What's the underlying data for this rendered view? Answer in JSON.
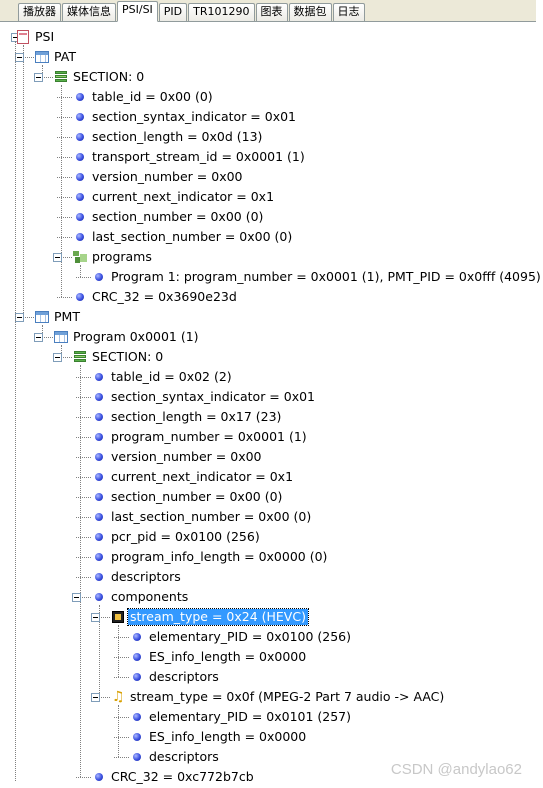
{
  "tabs": [
    {
      "label": "播放器"
    },
    {
      "label": "媒体信息"
    },
    {
      "label": "PSI/SI",
      "active": true
    },
    {
      "label": "PID"
    },
    {
      "label": "TR101290"
    },
    {
      "label": "图表"
    },
    {
      "label": "数据包"
    },
    {
      "label": "日志"
    }
  ],
  "tree": [
    {
      "level": 0,
      "icon": "doc",
      "expander": true,
      "text": "PSI"
    },
    {
      "level": 1,
      "icon": "grid",
      "expander": true,
      "text": "PAT"
    },
    {
      "level": 2,
      "icon": "stack",
      "expander": true,
      "text": "SECTION: 0"
    },
    {
      "level": 3,
      "icon": "ball",
      "text": "table_id = 0x00 (0)"
    },
    {
      "level": 3,
      "icon": "ball",
      "text": "section_syntax_indicator = 0x01"
    },
    {
      "level": 3,
      "icon": "ball",
      "text": "section_length = 0x0d (13)"
    },
    {
      "level": 3,
      "icon": "ball",
      "text": "transport_stream_id = 0x0001 (1)"
    },
    {
      "level": 3,
      "icon": "ball",
      "text": "version_number = 0x00"
    },
    {
      "level": 3,
      "icon": "ball",
      "text": "current_next_indicator = 0x1"
    },
    {
      "level": 3,
      "icon": "ball",
      "text": "section_number = 0x00 (0)"
    },
    {
      "level": 3,
      "icon": "ball",
      "text": "last_section_number = 0x00 (0)"
    },
    {
      "level": 3,
      "icon": "programs",
      "expander": true,
      "text": "programs"
    },
    {
      "level": 4,
      "icon": "ball",
      "text": "Program 1: program_number = 0x0001 (1), PMT_PID = 0x0fff (4095)"
    },
    {
      "level": 3,
      "icon": "ball",
      "text": "CRC_32 = 0x3690e23d"
    },
    {
      "level": 1,
      "icon": "grid",
      "expander": true,
      "text": "PMT"
    },
    {
      "level": 2,
      "icon": "grid",
      "expander": true,
      "text": "Program 0x0001 (1)"
    },
    {
      "level": 3,
      "icon": "stack",
      "expander": true,
      "text": "SECTION: 0"
    },
    {
      "level": 4,
      "icon": "ball",
      "text": "table_id = 0x02 (2)"
    },
    {
      "level": 4,
      "icon": "ball",
      "text": "section_syntax_indicator = 0x01"
    },
    {
      "level": 4,
      "icon": "ball",
      "text": "section_length = 0x17 (23)"
    },
    {
      "level": 4,
      "icon": "ball",
      "text": "program_number = 0x0001 (1)"
    },
    {
      "level": 4,
      "icon": "ball",
      "text": "version_number = 0x00"
    },
    {
      "level": 4,
      "icon": "ball",
      "text": "current_next_indicator = 0x1"
    },
    {
      "level": 4,
      "icon": "ball",
      "text": "section_number = 0x00 (0)"
    },
    {
      "level": 4,
      "icon": "ball",
      "text": "last_section_number = 0x00 (0)"
    },
    {
      "level": 4,
      "icon": "ball",
      "text": "pcr_pid = 0x0100 (256)"
    },
    {
      "level": 4,
      "icon": "ball",
      "text": "program_info_length = 0x0000 (0)"
    },
    {
      "level": 4,
      "icon": "ball",
      "text": "descriptors"
    },
    {
      "level": 4,
      "icon": "ball",
      "expander": true,
      "text": "components"
    },
    {
      "level": 5,
      "icon": "film",
      "expander": true,
      "text": "stream_type = 0x24 (HEVC)",
      "selected": true
    },
    {
      "level": 6,
      "icon": "ball",
      "text": "elementary_PID = 0x0100 (256)"
    },
    {
      "level": 6,
      "icon": "ball",
      "text": "ES_info_length = 0x0000"
    },
    {
      "level": 6,
      "icon": "ball",
      "text": "descriptors"
    },
    {
      "level": 5,
      "icon": "note",
      "expander": true,
      "text": "stream_type = 0x0f (MPEG-2 Part 7 audio -> AAC)"
    },
    {
      "level": 6,
      "icon": "ball",
      "text": "elementary_PID = 0x0101 (257)"
    },
    {
      "level": 6,
      "icon": "ball",
      "text": "ES_info_length = 0x0000"
    },
    {
      "level": 6,
      "icon": "ball",
      "text": "descriptors"
    },
    {
      "level": 4,
      "icon": "ball",
      "text": "CRC_32 = 0xc772b7cb"
    }
  ],
  "watermark": "CSDN @andylao62"
}
